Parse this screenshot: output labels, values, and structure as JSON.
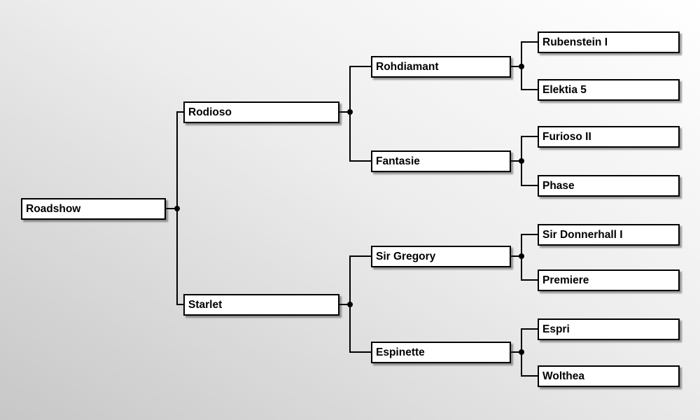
{
  "diagram": {
    "type": "pedigree-tree",
    "orientation": "left-to-right",
    "generations": 4
  },
  "colors": {
    "box_background": "#ffffff",
    "box_border": "#000000",
    "connector_line": "#000000",
    "junction_dot": "#000000",
    "page_gradient_light": "#ffffff",
    "page_gradient_dark": "#c7c7c7"
  },
  "tree": {
    "label": "Roadshow",
    "children": [
      {
        "label": "Rodioso",
        "children": [
          {
            "label": "Rohdiamant",
            "children": [
              {
                "label": "Rubenstein I"
              },
              {
                "label": "Elektia 5"
              }
            ]
          },
          {
            "label": "Fantasie",
            "children": [
              {
                "label": "Furioso II"
              },
              {
                "label": "Phase"
              }
            ]
          }
        ]
      },
      {
        "label": "Starlet",
        "children": [
          {
            "label": "Sir Gregory",
            "children": [
              {
                "label": "Sir Donnerhall I"
              },
              {
                "label": "Premiere"
              }
            ]
          },
          {
            "label": "Espinette",
            "children": [
              {
                "label": "Espri"
              },
              {
                "label": "Wolthea"
              }
            ]
          }
        ]
      }
    ]
  }
}
